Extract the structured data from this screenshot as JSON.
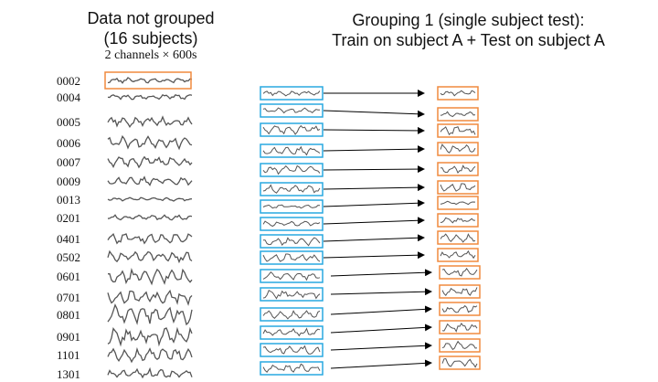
{
  "left_panel": {
    "title_line1": "Data not grouped",
    "title_line2": "(16 subjects)",
    "subtitle": "2 channels × 600s"
  },
  "right_panel": {
    "title_line1": "Grouping 1 (single subject test):",
    "title_line2": "Train on subject A + Test on subject A"
  },
  "subjects": [
    "0002",
    "0004",
    "0005",
    "0006",
    "0007",
    "0009",
    "0013",
    "0201",
    "0401",
    "0502",
    "0601",
    "0701",
    "0801",
    "0901",
    "1101",
    "1301"
  ],
  "colors": {
    "train_box": "#29a9e0",
    "test_box": "#f08a3e",
    "signal": "#555555",
    "arrow": "#000000",
    "text": "#111111"
  }
}
